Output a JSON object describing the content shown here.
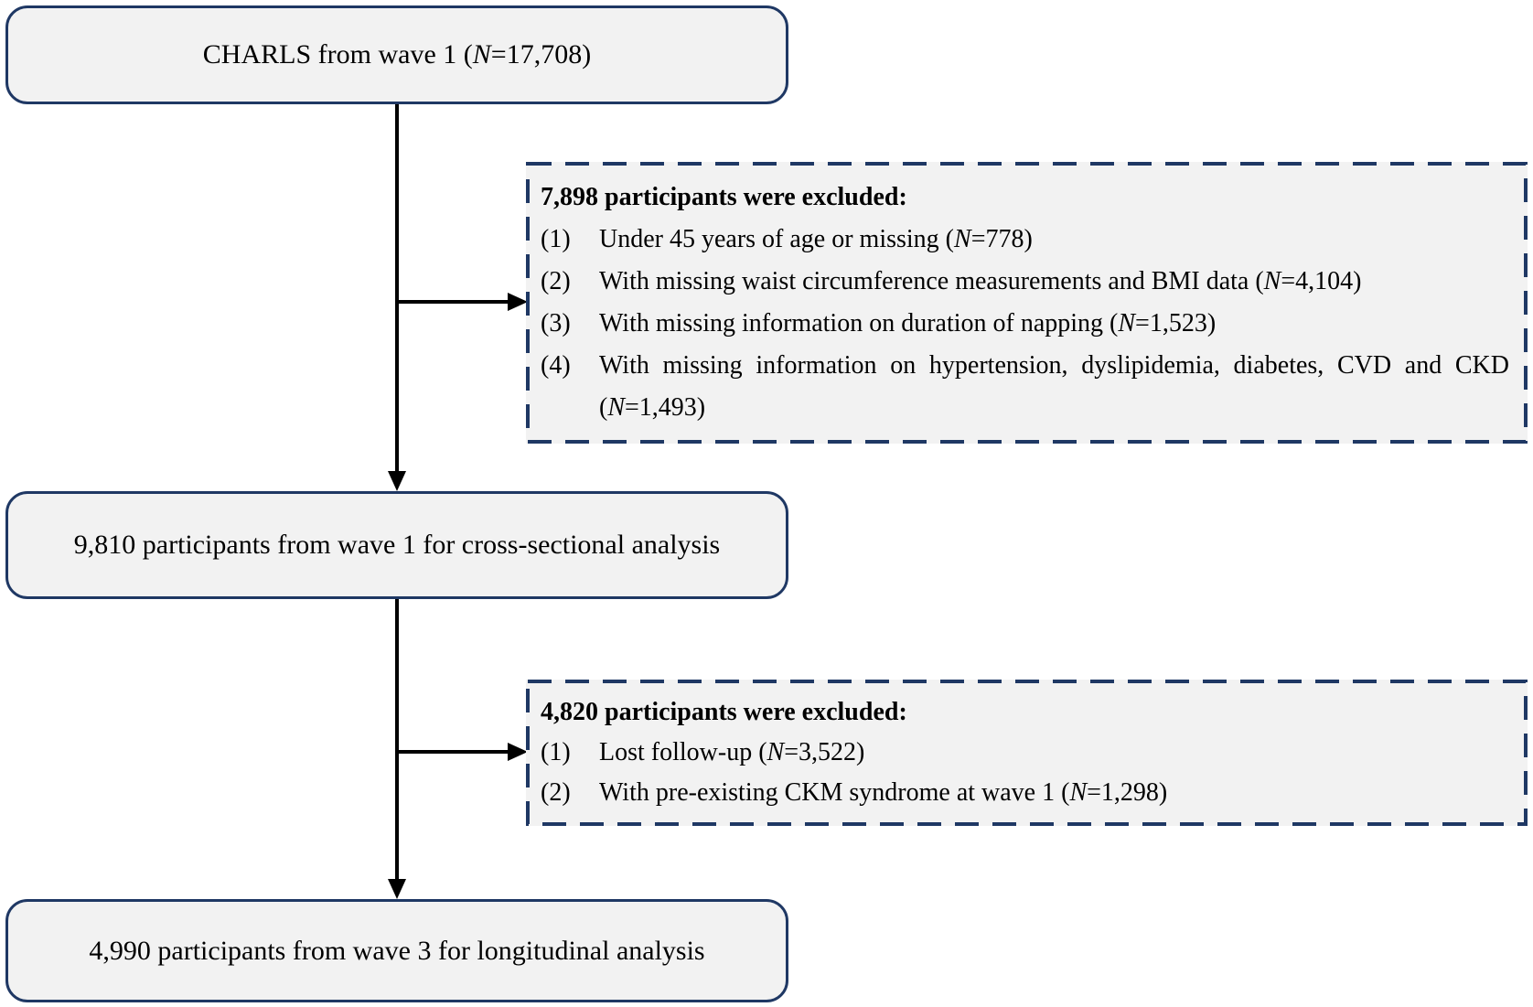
{
  "boxes": {
    "top": "CHARLS from wave 1 (N=17,708)",
    "mid": "9,810 participants from wave 1 for cross-sectional analysis",
    "bottom": "4,990 participants from wave 3 for longitudinal analysis"
  },
  "exclusion1": {
    "title": "7,898 participants were excluded:",
    "items": [
      {
        "num": "(1)",
        "text": "Under 45 years of age or missing (N=778)"
      },
      {
        "num": "(2)",
        "text": "With missing waist circumference measurements and BMI data (N=4,104)"
      },
      {
        "num": "(3)",
        "text": "With missing information on duration of napping (N=1,523)"
      },
      {
        "num": "(4)",
        "text": "With missing information on hypertension, dyslipidemia, diabetes, CVD and CKD (N=1,493)"
      }
    ]
  },
  "exclusion2": {
    "title": "4,820 participants were excluded:",
    "items": [
      {
        "num": "(1)",
        "text": "Lost follow-up (N=3,522)"
      },
      {
        "num": "(2)",
        "text": "With pre-existing CKM syndrome at wave 1 (N=1,298)"
      }
    ]
  },
  "colors": {
    "box_border": "#1f3864",
    "box_fill": "#f2f2f2",
    "arrow": "#000000",
    "text": "#000000",
    "background": "#ffffff"
  }
}
